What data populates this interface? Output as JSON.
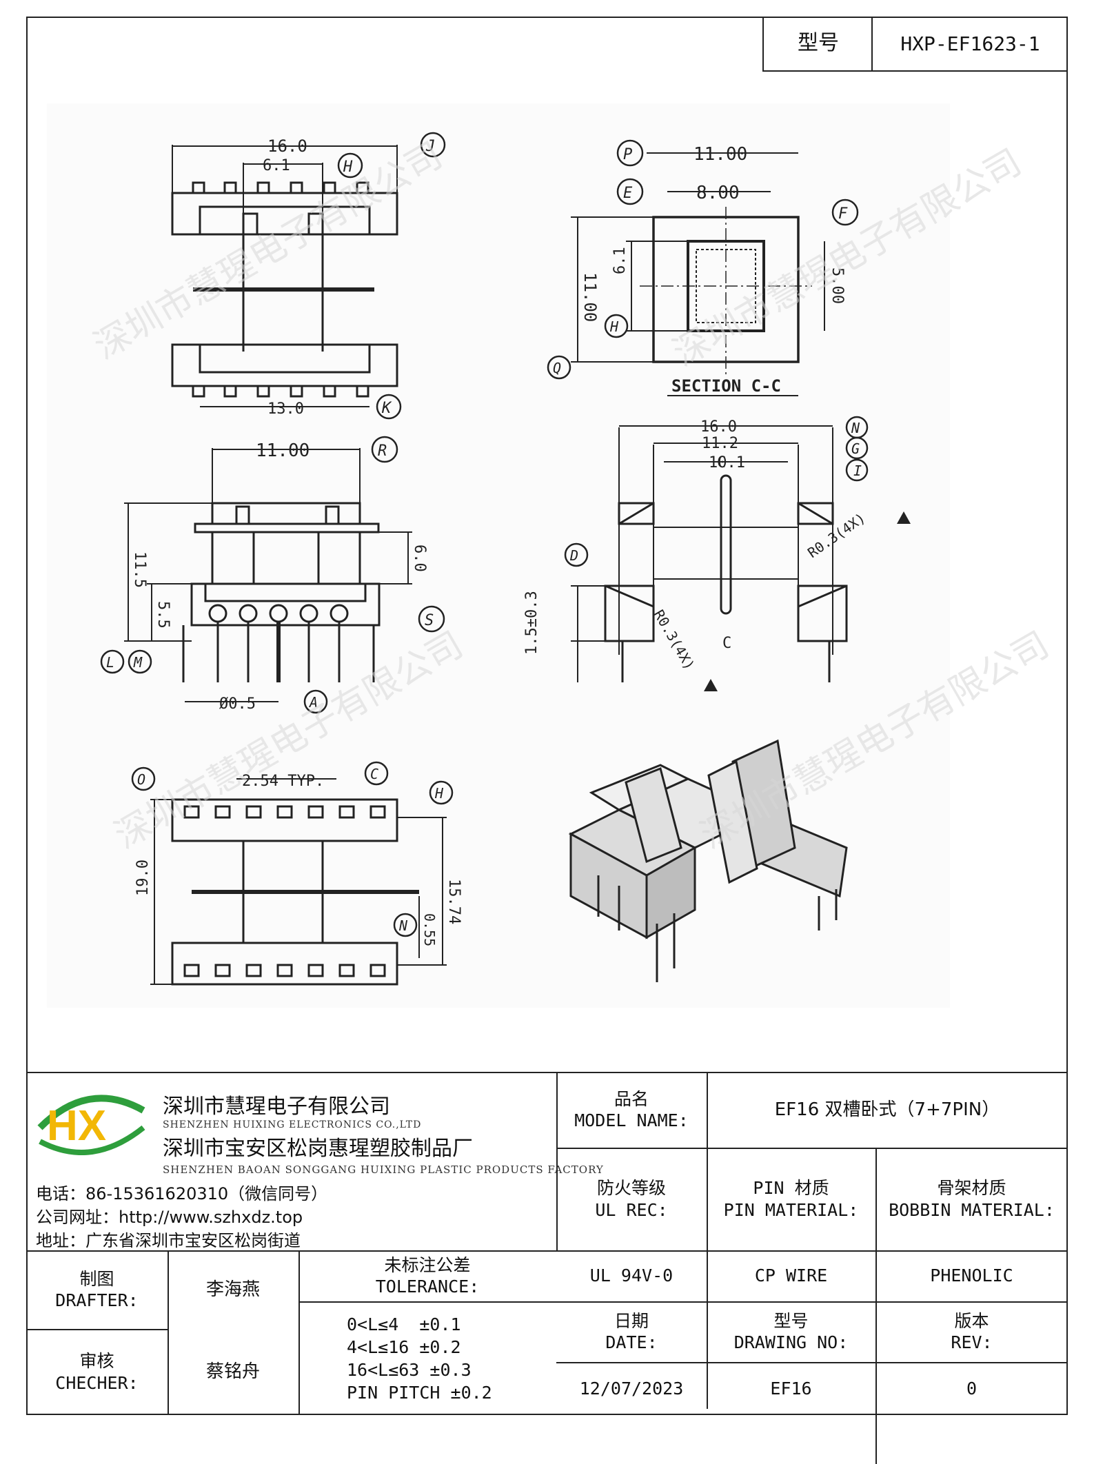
{
  "header": {
    "model_label": "型号",
    "model_value": "HXP-EF1623-1"
  },
  "drawing": {
    "top_view": {
      "dim_overall": "16.0",
      "dim_inner": "6.1",
      "dim_bottom": "13.0",
      "callouts": [
        "J",
        "H",
        "K"
      ]
    },
    "section_view": {
      "dim_width": "11.00",
      "dim_inner": "8.00",
      "dim_height": "11.00",
      "dim_inner_h": "6.1",
      "dim_right": "5.00",
      "title": "SECTION C-C",
      "callouts": [
        "P",
        "E",
        "F",
        "H",
        "Q"
      ]
    },
    "front_view": {
      "dim_width": "11.00",
      "dim_height": "11.5",
      "dim_mid": "5.5",
      "dim_right": "6.0",
      "dim_pin": "Ø0.5",
      "callouts": [
        "R",
        "S",
        "L",
        "M",
        "A"
      ]
    },
    "side_view": {
      "dim_overall": "16.0",
      "dim_mid": "11.2",
      "dim_inner": "10.1",
      "dim_left": "1.5±0.3",
      "radius_label": "R0.3(4X)",
      "cut_label": "C",
      "callouts": [
        "N",
        "G",
        "I",
        "D"
      ]
    },
    "bottom_view": {
      "pitch": "2.54 TYP.",
      "dim_height": "19.0",
      "dim_right": "15.74",
      "dim_gap": "0.55",
      "callouts": [
        "O",
        "C",
        "H",
        "N"
      ]
    },
    "watermark": "深圳市慧瑆电子有限公司"
  },
  "title_block": {
    "company_cn": "深圳市慧瑆电子有限公司",
    "company_en": "SHENZHEN HUIXING ELECTRONICS CO.,LTD",
    "factory_cn": "深圳市宝安区松岗惠瑆塑胶制品厂",
    "factory_en": "SHENZHEN BAOAN SONGGANG HUIXING PLASTIC PRODUCTS FACTORY",
    "phone": "电话：86-15361620310（微信同号）",
    "website": "公司网址：http://www.szhxdz.top",
    "address": "地址：广东省深圳市宝安区松岗街道",
    "logo_text": "HX",
    "model_name_cn": "品名",
    "model_name_en": "MODEL NAME:",
    "model_name_value": "EF16 双槽卧式（7+7PIN）",
    "ul_cn": "防火等级",
    "ul_en": "UL REC:",
    "pin_mat_cn": "PIN 材质",
    "pin_mat_en": "PIN MATERIAL:",
    "bobbin_mat_cn": "骨架材质",
    "bobbin_mat_en": "BOBBIN MATERIAL:",
    "ul_value": "UL 94V-0",
    "pin_mat_value": "CP WIRE",
    "bobbin_mat_value": "PHENOLIC",
    "drafter_cn": "制图",
    "drafter_en": "DRAFTER:",
    "drafter_value": "李海燕",
    "checker_cn": "审核",
    "checker_en": "CHECHER:",
    "checker_value": "蔡铭舟",
    "tolerance_cn": "未标注公差",
    "tolerance_en": "TOLERANCE:",
    "tolerance_lines": [
      "0<L≤4  ±0.1",
      "4<L≤16 ±0.2",
      "16<L≤63 ±0.3",
      "PIN PITCH ±0.2"
    ],
    "date_cn": "日期",
    "date_en": "DATE:",
    "date_value": "12/07/2023",
    "drawing_no_cn": "型号",
    "drawing_no_en": "DRAWING NO:",
    "drawing_no_value": "EF16",
    "rev_cn": "版本",
    "rev_en": "REV:",
    "rev_value": "0"
  }
}
